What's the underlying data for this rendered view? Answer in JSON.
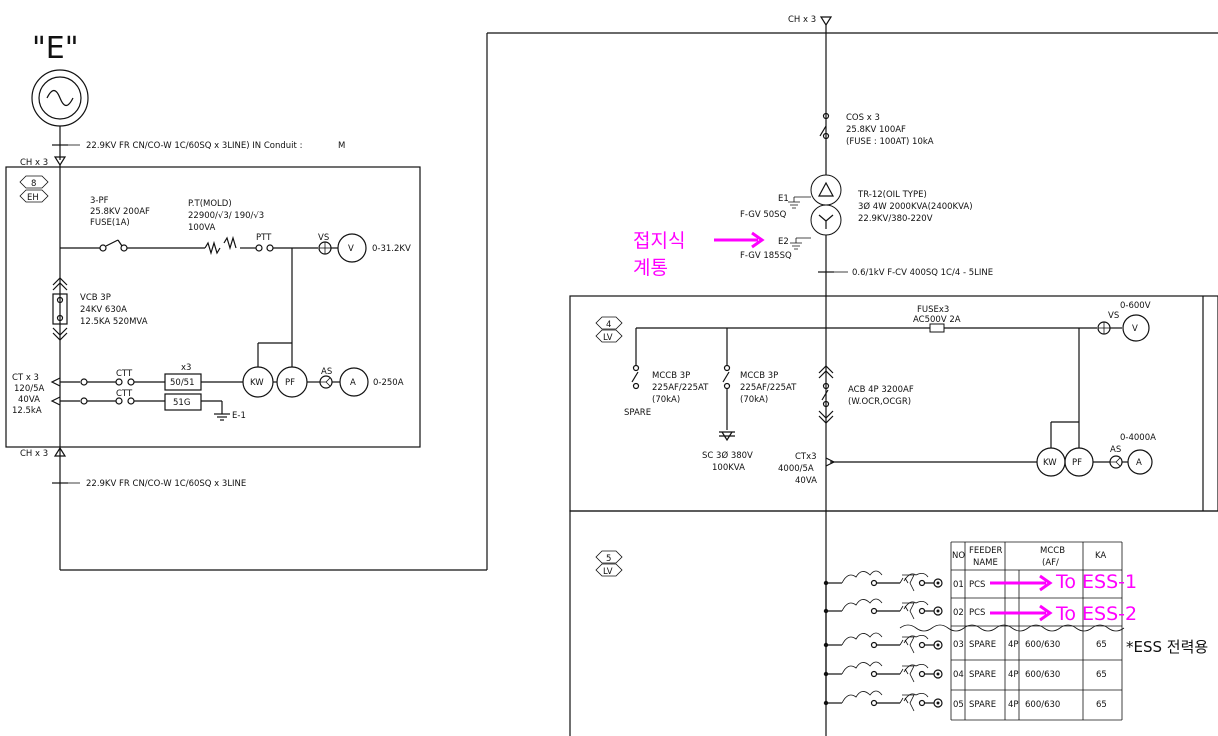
{
  "left": {
    "source_label": "\"E\"",
    "cable_in": "22.9KV FR CN/CO-W 1C/60SQ x 3LINE) IN Conduit :",
    "cable_in_tag": "M",
    "ch_top": "CH x 3",
    "panel_no": "8",
    "panel_type": "EH",
    "pf_lines": [
      "3-PF",
      "25.8KV 200AF",
      "FUSE(1A)"
    ],
    "pt_lines": [
      "P.T(MOLD)",
      "22900/√3/ 190/√3",
      "100VA"
    ],
    "ptt": "PTT",
    "vs": "VS",
    "v": "V",
    "v_range": "0-31.2KV",
    "vcb_lines": [
      "VCB 3P",
      "24KV 630A",
      "12.5KA 520MVA"
    ],
    "ct_lines": [
      "CT x 3",
      "120/5A",
      "40VA",
      "12.5kA"
    ],
    "ctt": "CTT",
    "x3": "x3",
    "relay1": "50/51",
    "relay2": "51G",
    "e1": "E-1",
    "kw": "KW",
    "pf": "PF",
    "as": "AS",
    "a": "A",
    "a_range": "0-250A",
    "ch_bottom": "CH x 3",
    "cable_out": "22.9KV FR CN/CO-W 1C/60SQ x 3LINE"
  },
  "right": {
    "ch_top": "CH x 3",
    "cos_lines": [
      "COS x 3",
      "25.8KV 100AF",
      "(FUSE : 100AT) 10kA"
    ],
    "tr_lines": [
      "TR-12(OIL TYPE)",
      "3Ø 4W 2000KVA(2400KVA)",
      "22.9KV/380-220V"
    ],
    "e1": "E1",
    "fgv1": "F-GV 50SQ",
    "e2": "E2",
    "fgv2": "F-GV 185SQ",
    "cable_lv": "0.6/1kV F-CV 400SQ 1C/4 - 5LINE",
    "ann_grounding": [
      "접지식",
      "계통"
    ],
    "panel4_no": "4",
    "panel4_type": "LV",
    "fuse_lines": [
      "FUSEx3",
      "AC500V 2A"
    ],
    "v_range": "0-600V",
    "vs": "VS",
    "v": "V",
    "mccb1_lines": [
      "MCCB 3P",
      "225AF/225AT",
      "(70kA)"
    ],
    "spare": "SPARE",
    "mccb2_lines": [
      "MCCB 3P",
      "225AF/225AT",
      "(70kA)"
    ],
    "sc_lines": [
      "SC 3Ø 380V",
      "100KVA"
    ],
    "acb_lines": [
      "ACB 4P 3200AF",
      "(W.OCR,OCGR)"
    ],
    "ctx3_lines": [
      "CTx3",
      "4000/5A",
      "40VA"
    ],
    "kw": "KW",
    "pf": "PF",
    "as": "AS",
    "a": "A",
    "a_range": "0-4000A",
    "panel5_no": "5",
    "panel5_type": "LV",
    "table_headers": [
      "NO",
      "FEEDER NAME",
      "MCCB (AF/",
      "KA"
    ],
    "rows": [
      {
        "no": "01",
        "name": "PCS",
        "p": "",
        "af": "",
        "ka": ""
      },
      {
        "no": "02",
        "name": "PCS",
        "p": "",
        "af": "",
        "ka": ""
      },
      {
        "no": "03",
        "name": "SPARE",
        "p": "4P",
        "af": "600/630",
        "ka": "65"
      },
      {
        "no": "04",
        "name": "SPARE",
        "p": "4P",
        "af": "600/630",
        "ka": "65"
      },
      {
        "no": "05",
        "name": "SPARE",
        "p": "4P",
        "af": "600/630",
        "ka": "65"
      }
    ],
    "to_ess1": "To ESS-1",
    "to_ess2": "To ESS-2",
    "ess_note": "*ESS 전력용"
  }
}
